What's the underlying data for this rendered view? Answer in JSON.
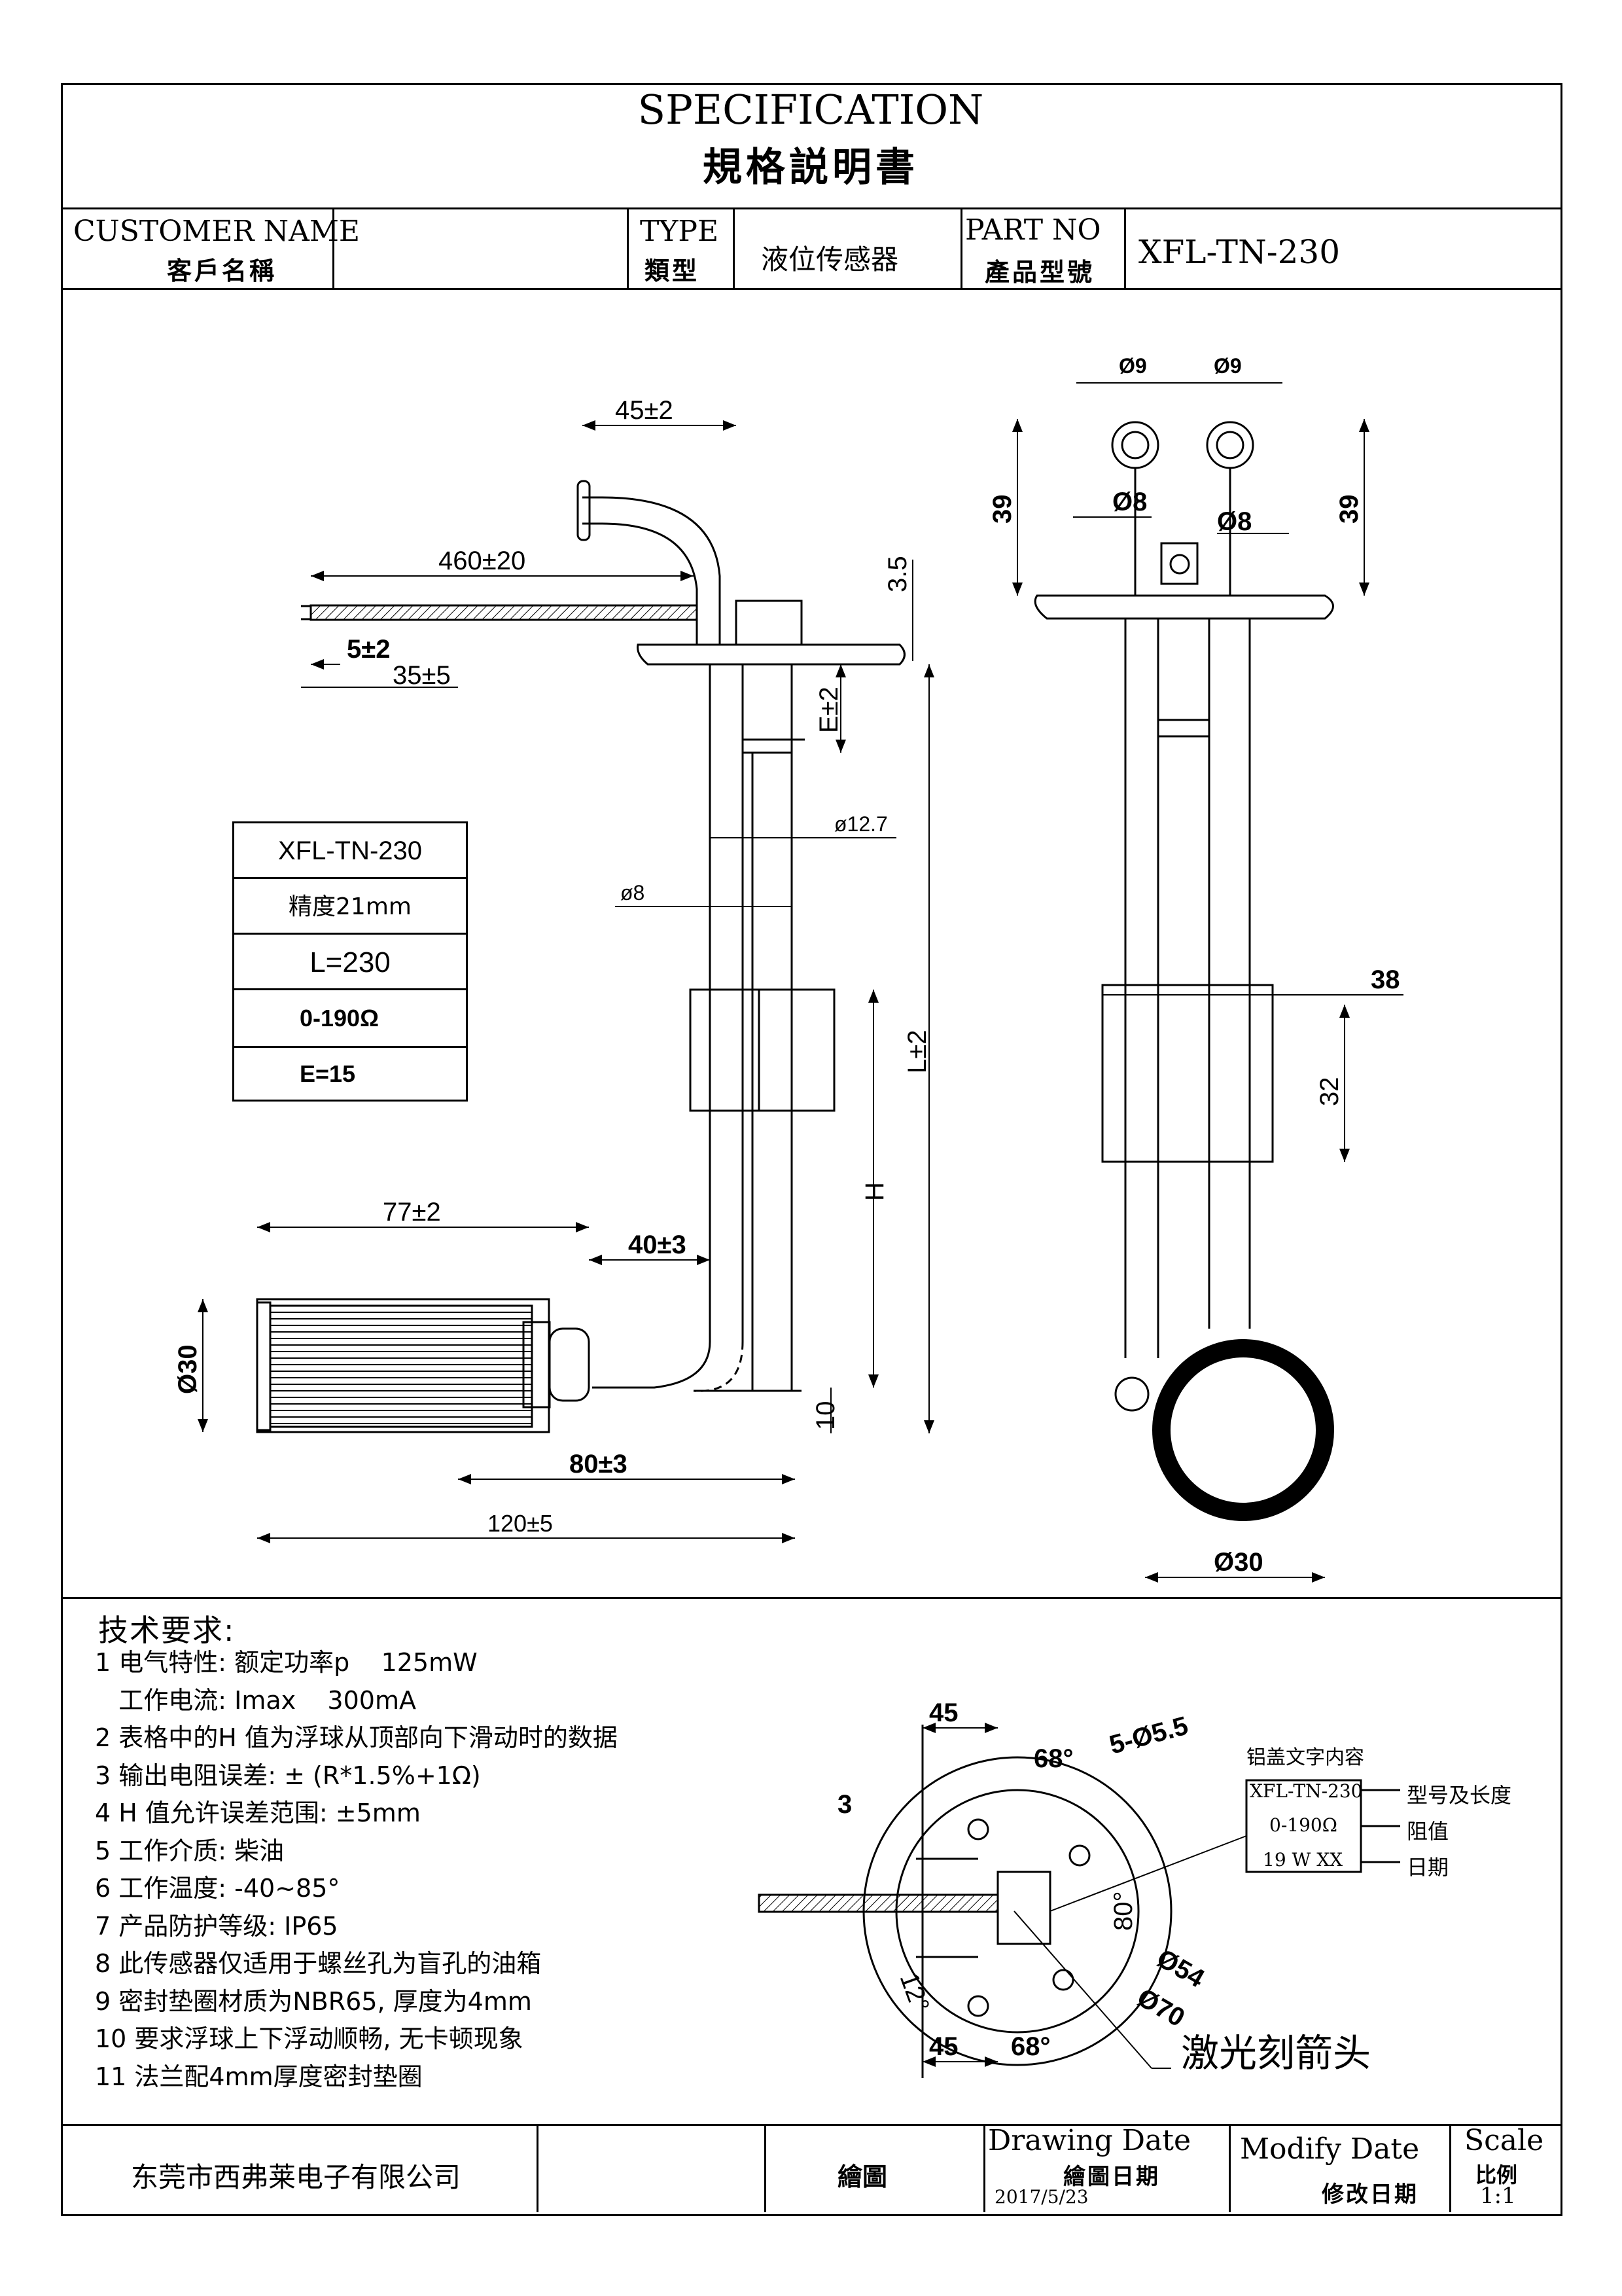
{
  "header": {
    "title_en": "SPECIFICATION",
    "title_cn": "規格説明書"
  },
  "info_row": {
    "customer_label_en": "CUSTOMER NAME",
    "customer_label_cn": "客戶名稱",
    "customer_value": "",
    "type_label_en": "TYPE",
    "type_label_cn": "類型",
    "type_value": "液位传感器",
    "part_label_en": "PART NO",
    "part_label_cn": "產品型號",
    "part_value": "XFL-TN-230"
  },
  "param_table": {
    "rows": [
      "XFL-TN-230",
      "精度21mm",
      "L=230",
      "0-190Ω",
      "E=15"
    ]
  },
  "dims": {
    "d_45": "45±2",
    "d_460": "460±20",
    "d_35_3": "3.5",
    "d_5": "5±2",
    "d_35": "35±5",
    "d_E": "E±2",
    "d_127": "ø12.7",
    "d_8": "ø8",
    "d_L": "L±2",
    "d_H": "H",
    "d_77": "77±2",
    "d_40": "40±3",
    "d_30": "Ø30",
    "d_80": "80±3",
    "d_10": "10",
    "d_120": "120±5",
    "r_9a": "Ø9",
    "r_9b": "Ø9",
    "r_39a": "39",
    "r_39b": "39",
    "r_8a": "Ø8",
    "r_8b": "Ø8",
    "r_38": "38",
    "r_32": "32",
    "r_30": "Ø30"
  },
  "requirements": {
    "heading": "技术要求:",
    "items": [
      "1 电气特性: 额定功率p    125mW",
      "   工作电流: Imax    300mA",
      "2 表格中的H 值为浮球从顶部向下滑动时的数据",
      "3 输出电阻误差: ± (R*1.5%+1Ω)",
      "4 H 值允许误差范围: ±5mm",
      "5 工作介质: 柴油",
      "6 工作温度: -40~85°",
      "7 产品防护等级: IP65",
      "8 此传感器仅适用于螺丝孔为盲孔的油箱",
      "9 密封垫圈材质为NBR65, 厚度为4mm",
      "10 要求浮球上下浮动顺畅, 无卡顿现象",
      "11 法兰配4mm厚度密封垫圈"
    ]
  },
  "flange": {
    "d_45_top": "45",
    "d_68_top": "68°",
    "d_holes": "5-Ø5.5",
    "d_3": "3",
    "d_80": "80°",
    "d_54": "Ø54",
    "d_70": "Ø70",
    "d_12": "12°",
    "d_68_bot": "68°",
    "d_45_bot": "45",
    "laser_note": "激光刻箭头"
  },
  "lid": {
    "title": "铝盖文字内容",
    "lines": [
      "XFL-TN-230",
      "0-190Ω",
      "19 W XX"
    ],
    "labels": [
      "型号及长度",
      "阻值",
      "日期"
    ]
  },
  "footer": {
    "company": "东莞市西弗莱电子有限公司",
    "drawn_label": "繪圖",
    "drawing_date_en": "Drawing Date",
    "drawing_date_cn": "繪圖日期",
    "drawing_date_value": "2017/5/23",
    "modify_date_en": "Modify Date",
    "modify_date_cn": "修改日期",
    "scale_en": "Scale",
    "scale_cn": "比例",
    "scale_value": "1:1"
  }
}
